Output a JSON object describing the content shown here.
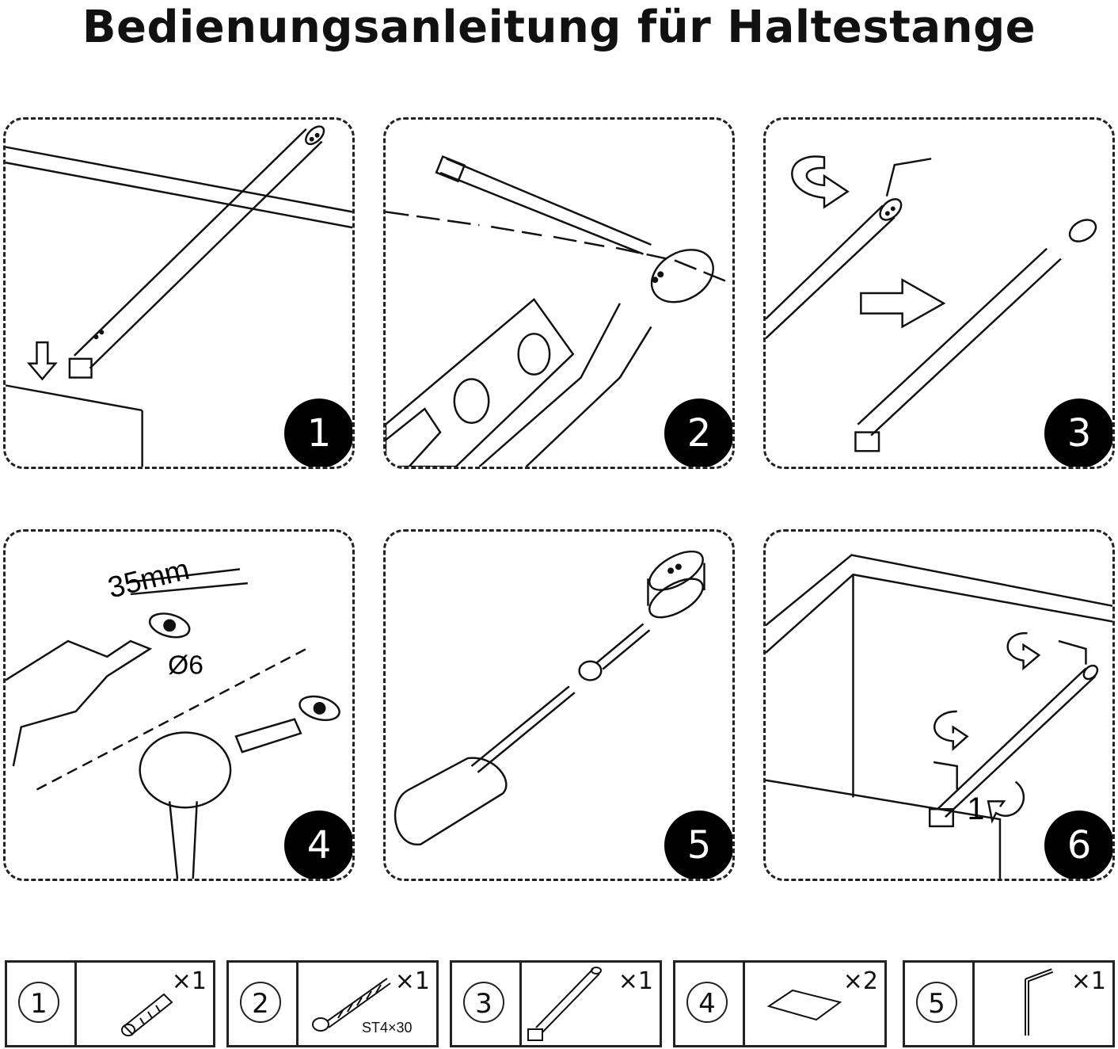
{
  "title": "Bedienungsanleitung für Haltestange",
  "steps": [
    {
      "number": "1"
    },
    {
      "number": "2"
    },
    {
      "number": "3"
    },
    {
      "number": "4",
      "dimension": "35mm",
      "diameter": "Ø6"
    },
    {
      "number": "5"
    },
    {
      "number": "6",
      "label": "1"
    }
  ],
  "parts": [
    {
      "number": "1",
      "qty": "×1",
      "icon": "wall-plug-icon"
    },
    {
      "number": "2",
      "qty": "×1",
      "icon": "screw-icon",
      "label": "ST4×30"
    },
    {
      "number": "3",
      "qty": "×1",
      "icon": "support-bar-icon"
    },
    {
      "number": "4",
      "qty": "×2",
      "icon": "pad-icon"
    },
    {
      "number": "5",
      "qty": "×1",
      "icon": "allen-key-icon"
    }
  ]
}
